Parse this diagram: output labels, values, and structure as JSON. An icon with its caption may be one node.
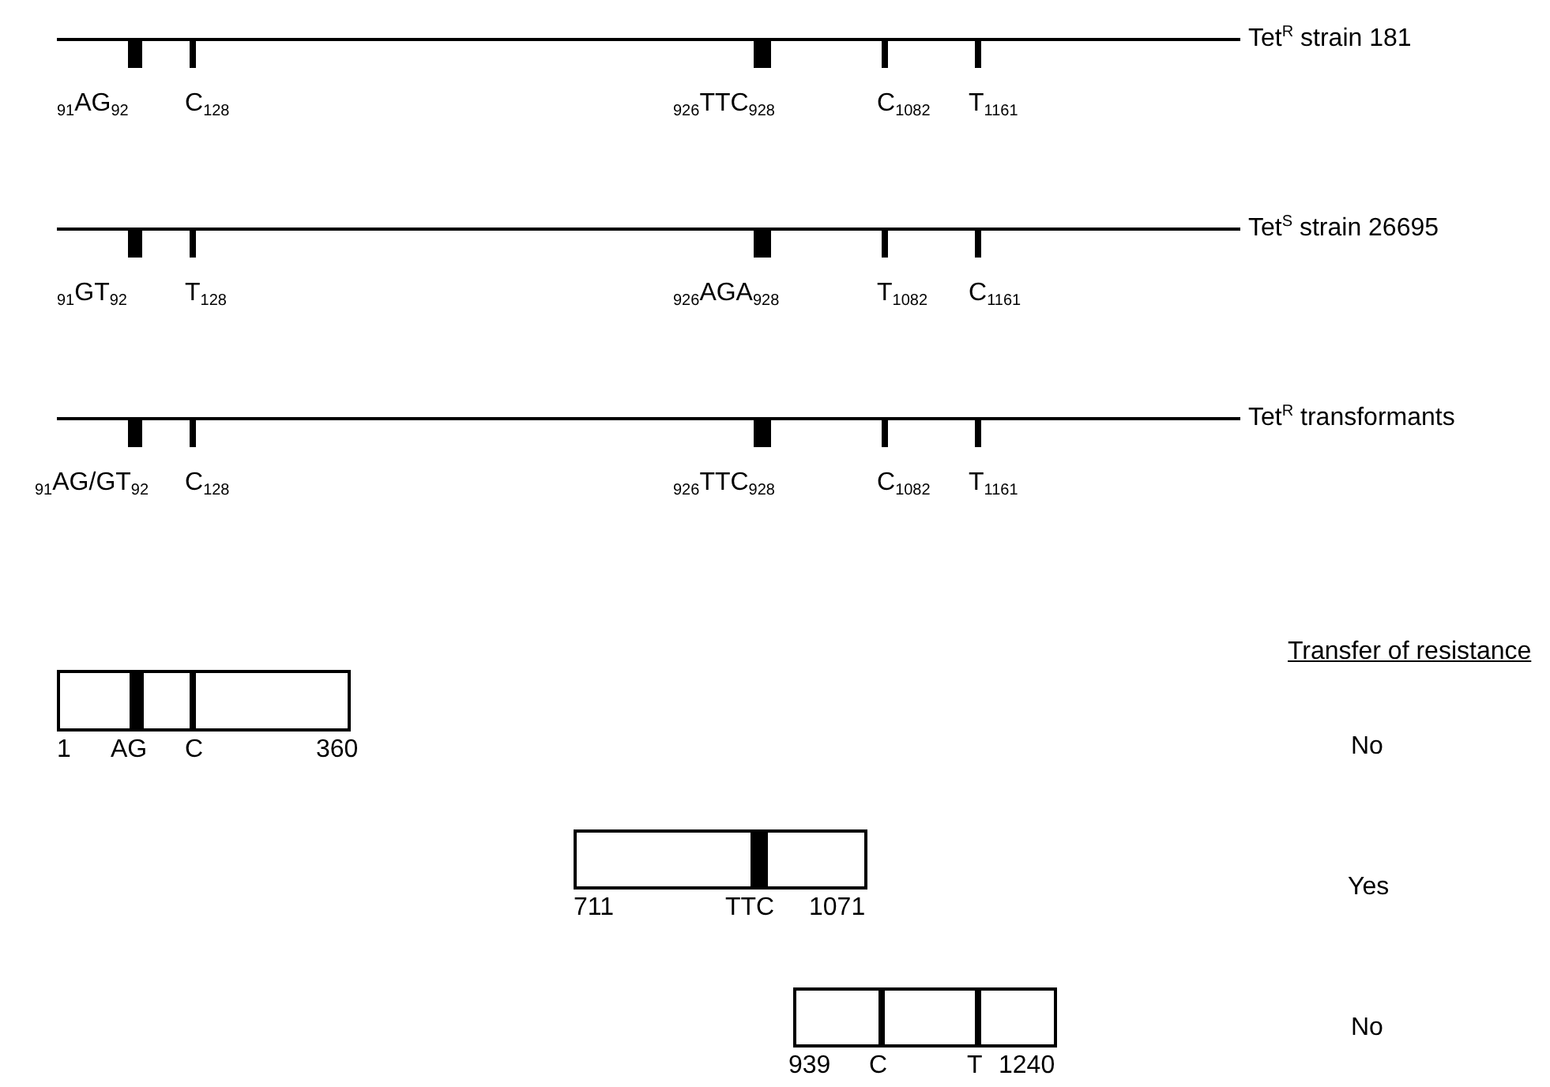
{
  "diagram": {
    "nodes": [
      {
        "text": [],
        "shape": "box",
        "beside": [
          "1",
          "AG",
          "C",
          "360"
        ]
      },
      {
        "text": [],
        "shape": "box",
        "beside": [
          "711",
          "TTC",
          "1071"
        ]
      },
      {
        "text": [],
        "shape": "box",
        "beside": [
          "939",
          "C",
          "T",
          "1240"
        ]
      }
    ],
    "edges": [],
    "labels": [
      "Tet$^{R}$ strain 181",
      "$_{91}$AG$_{92}$",
      "C$_{128}$",
      "$_{926}$TTC$_{928}$",
      "C$_{1082}$",
      "T$_{1161}$",
      "Tet$^{S}$ strain 26695",
      "$_{91}$GT$_{92}$",
      "T$_{128}$",
      "$_{926}$AGA$_{928}$",
      "T$_{1082}$",
      "C$_{1161}$",
      "Tet$^{R}$ transformants",
      "$_{91}$AG/GT$_{92}$",
      "C$_{128}$",
      "$_{926}$TTC$_{928}$",
      "C$_{1082}$",
      "T$_{1161}$",
      "Transfer of resistance",
      "No",
      "Yes",
      "No"
    ]
  }
}
